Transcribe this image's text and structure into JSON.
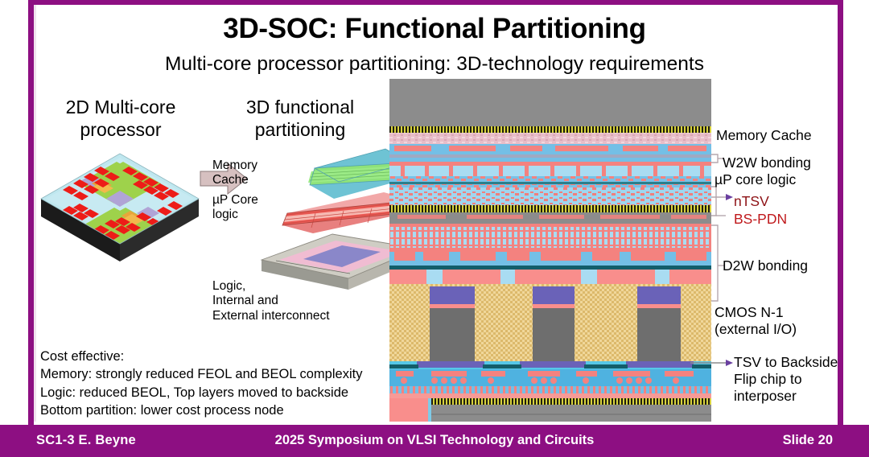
{
  "slide": {
    "title": "3D-SOC: Functional Partitioning",
    "subtitle": "Multi-core processor partitioning:  3D-technology requirements",
    "accent_color": "#8d0f82",
    "background_color": "#ffffff"
  },
  "columns": {
    "left_head": "2D Multi-core\nprocessor",
    "right_head": "3D functional\npartitioning"
  },
  "stack_labels": {
    "memory_cache": "Memory\nCache",
    "core_logic": "µP Core\nlogic",
    "base_logic": "Logic,\nInternal and\nExternal interconnect"
  },
  "cost_block": {
    "lines": [
      "Cost effective:",
      "Memory: strongly reduced FEOL and BEOL complexity",
      "Logic: reduced BEOL, Top layers moved to backside",
      "Bottom partition: lower cost process node"
    ]
  },
  "annotations": {
    "memory_cache": "Memory Cache",
    "w2w_bonding": "W2W bonding",
    "core_logic": "µP core logic",
    "ntsv": "nTSV",
    "ntsv_color": "#8d1115",
    "bs_pdn": "BS-PDN",
    "bs_pdn_color": "#c0191c",
    "d2w_bonding": "D2W bonding",
    "cmos": "CMOS N-1\n(external I/O)",
    "tsv_backside": "TSV to Backside\nFlip chip to\ninterposer"
  },
  "footer": {
    "left": "SC1-3   E. Beyne",
    "center": "2025 Symposium on VLSI Technology and Circuits",
    "right": "Slide 20"
  }
}
